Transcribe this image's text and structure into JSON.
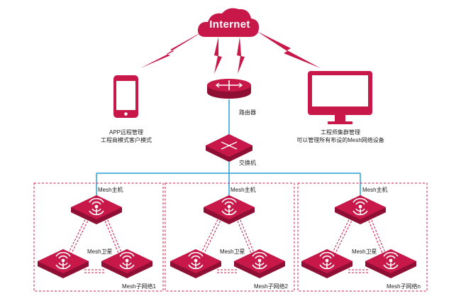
{
  "cloud": {
    "label": "Internet",
    "icon": "cloud-icon"
  },
  "router": {
    "label": "路由器",
    "icon": "router-icon"
  },
  "switch": {
    "label": "交换机",
    "icon": "switch-icon"
  },
  "phone": {
    "line1": "APP远程管理",
    "line2": "工程商模式客户模式",
    "icon": "smartphone-icon"
  },
  "monitor": {
    "line1": "工程师集群管理",
    "line2": "可以管理所有布设的Mesh网络设备",
    "icon": "monitor-icon"
  },
  "subnets": [
    {
      "master_label": "Mesh主机",
      "satellite_label": "Mesh卫星",
      "subnet_label": "Mesh子网络1"
    },
    {
      "master_label": "Mesh主机",
      "satellite_label": "Mesh卫星",
      "subnet_label": "Mesh子网络2"
    },
    {
      "master_label": "Mesh主机",
      "satellite_label": "Mesh卫星",
      "subnet_label": "Mesh子网络n"
    }
  ],
  "colors": {
    "accent": "#c8184a",
    "accent_dark": "#8e0f33",
    "accent_light": "#dd3a66",
    "link_blue": "#2a9fd6",
    "dashed_border": "#c8184a"
  }
}
